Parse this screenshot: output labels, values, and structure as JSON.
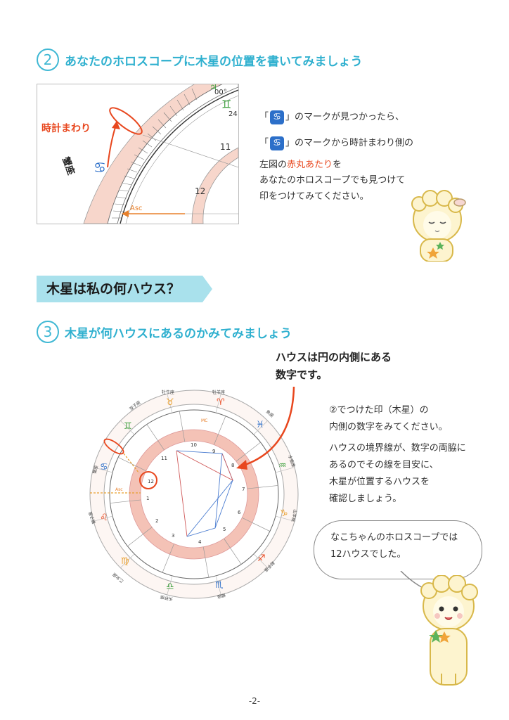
{
  "section2": {
    "number": "2",
    "title": "あなたのホロスコープに木星の位置を書いてみましょう",
    "figure": {
      "label_clockwise": "時計まわり",
      "sign_label": "蟹座",
      "sign_glyph": "♋",
      "asc_label": "Asc",
      "house_11": "11",
      "house_12": "12",
      "degree_label": "00°",
      "degree_24": "24",
      "gemini_glyph": "♊",
      "planet_glyph": "♃"
    },
    "lines": {
      "l1_open": "「",
      "l1_close": "」のマークが見つかったら、",
      "l2_open": "「",
      "l2_close": "」のマークから時計まわり側の",
      "l3_pre": "左図の",
      "l3_red": "赤丸あたり",
      "l3_post": "を",
      "l4": "あなたのホロスコープでも見つけて",
      "l5": "印をつけてみてください。"
    },
    "icon_glyph": "♋"
  },
  "banner": {
    "title": "木星は私の何ハウス？"
  },
  "section3": {
    "number": "3",
    "title": "木星が何ハウスにあるのかみてみましょう",
    "callout_1": "ハウスは円の内側にある",
    "callout_2": "数字です。",
    "para1_1": "②でつけた印（木星）の",
    "para1_2": "内側の数字をみてください。",
    "para2_1": "ハウスの境界線が、数字の両脇に",
    "para2_2": "あるのでその線を目安に、",
    "para2_3": "木星が位置するハウスを",
    "para2_4": "確認しましょう。",
    "bubble_1": "なこちゃんのホロスコープでは",
    "bubble_2": "12ハウスでした。"
  },
  "chart": {
    "houses": [
      "10",
      "9",
      "8",
      "7",
      "6",
      "5",
      "4",
      "3",
      "2",
      "1",
      "12",
      "11"
    ],
    "highlight_house": "12",
    "asc_label": "Asc",
    "mc_label": "MC",
    "signs": [
      "♊",
      "♉",
      "♈",
      "♓",
      "♒",
      "♑",
      "♐",
      "♏",
      "♎",
      "♍",
      "♌",
      "♋"
    ],
    "sign_names": [
      "双子座",
      "牡牛座",
      "牡羊座",
      "魚座",
      "水瓶座",
      "山羊座",
      "射手座",
      "蠍座",
      "天秤座",
      "乙女座",
      "獅子座",
      "蟹座"
    ]
  },
  "footer": {
    "page": "-2-"
  },
  "colors": {
    "accent": "#2fb0cf",
    "red": "#e8471e",
    "ring": "#f7d6cb",
    "banner": "#a9e1ec"
  }
}
